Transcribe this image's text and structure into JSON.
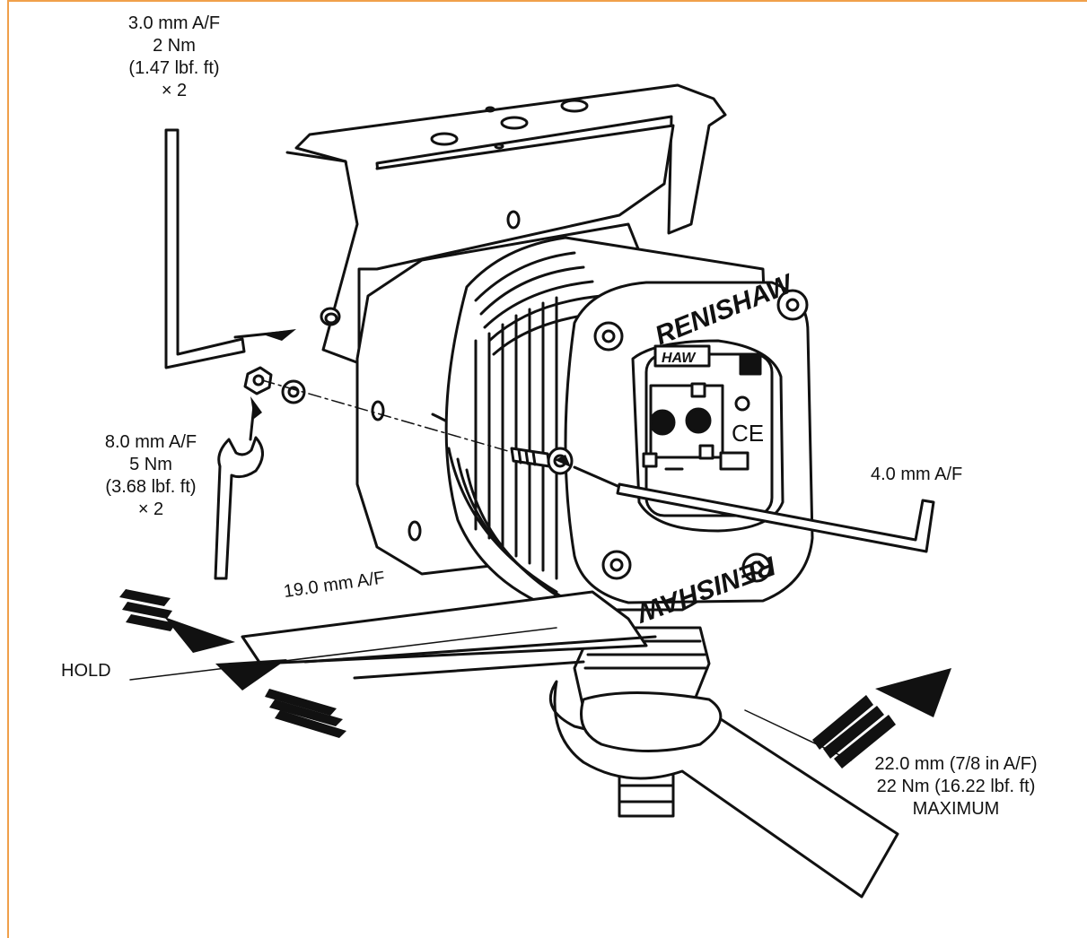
{
  "frame": {
    "accent_color": "#F0A04B"
  },
  "brand": {
    "top": "RENISHAW",
    "bottom": "RENISHAW",
    "window": "HAW"
  },
  "callouts": {
    "bracket_key": [
      "3.0 mm A/F",
      "2 Nm",
      "(1.47 lbf. ft)",
      "× 2"
    ],
    "nut_spanner": [
      "8.0 mm A/F",
      "5 Nm",
      "(3.68 lbf. ft)",
      "× 2"
    ],
    "screw_key": "4.0 mm A/F",
    "body_spanner": "19.0 mm A/F",
    "hold": "HOLD",
    "gland_spanner": [
      "22.0 mm (7/8 in A/F)",
      "22 Nm (16.22 lbf. ft)",
      "MAXIMUM"
    ]
  },
  "icons": [
    "allen-key-icon",
    "open-spanner-icon",
    "nut-icon",
    "washer-icon",
    "cap-screw-icon",
    "arrow-icon",
    "ce-mark-icon"
  ]
}
